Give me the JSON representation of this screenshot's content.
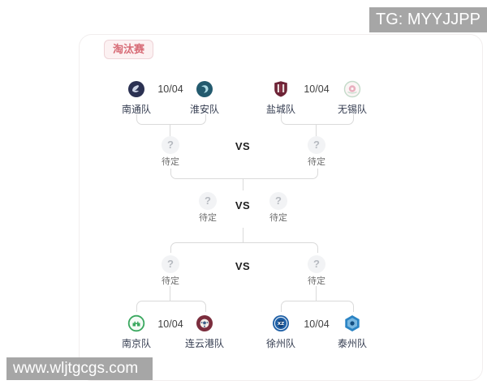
{
  "watermarks": {
    "top_right": "TG: MYYJJPP",
    "bottom_left": "www.wljtgcgs.com"
  },
  "stage": {
    "badge": "淘汰赛"
  },
  "labels": {
    "vs": "VS",
    "question": "?"
  },
  "rounds": {
    "quarterfinals": [
      {
        "date": "10/04",
        "home": "南通队",
        "away": "淮安队"
      },
      {
        "date": "10/04",
        "home": "盐城队",
        "away": "无锡队"
      },
      {
        "date": "10/04",
        "home": "南京队",
        "away": "连云港队"
      },
      {
        "date": "10/04",
        "home": "徐州队",
        "away": "泰州队"
      }
    ],
    "semifinal_top": {
      "home": "待定",
      "away": "待定"
    },
    "final": {
      "home": "待定",
      "away": "待定"
    },
    "semifinal_bottom": {
      "home": "待定",
      "away": "待定"
    }
  },
  "colors": {
    "badge_text": "#d76b76",
    "badge_bg": "#fcf1f2",
    "badge_border": "#eed3d7",
    "connector": "#dadada",
    "tbd_circle_bg": "#f2f3f5",
    "tbd_question": "#b6bac0",
    "watermark_bg": "#a6a6a6",
    "watermark_text": "#ffffff",
    "team_colors": {
      "南通队": "#2b3152",
      "淮安队": "#235a6e",
      "盐城队": "#6d2336",
      "无锡队": "#e8b0bf",
      "南京队": "#3aa85f",
      "连云港队": "#7b2d3d",
      "徐州队": "#1e5fa5",
      "泰州队": "#2b84c4"
    }
  }
}
